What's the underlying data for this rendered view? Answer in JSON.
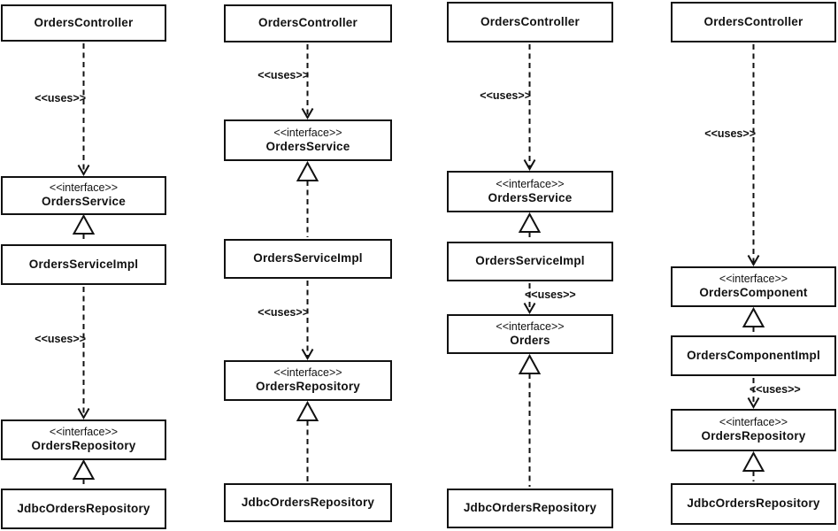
{
  "diagram": {
    "type": "uml-class-diagram",
    "stereotype_interface": "<<interface>>",
    "columns": [
      {
        "boxes": [
          {
            "name": "OrdersController"
          },
          {
            "stereotype": "<<interface>>",
            "name": "OrdersService"
          },
          {
            "name": "OrdersServiceImpl"
          },
          {
            "stereotype": "<<interface>>",
            "name": "OrdersRepository"
          },
          {
            "name": "JdbcOrdersRepository"
          }
        ],
        "edges": [
          {
            "type": "dependency",
            "label": "<<uses>>",
            "from": "OrdersController",
            "to": "OrdersService"
          },
          {
            "type": "realization",
            "from": "OrdersServiceImpl",
            "to": "OrdersService"
          },
          {
            "type": "dependency",
            "label": "<<uses>>",
            "from": "OrdersServiceImpl",
            "to": "OrdersRepository"
          },
          {
            "type": "realization",
            "from": "JdbcOrdersRepository",
            "to": "OrdersRepository"
          }
        ]
      },
      {
        "boxes": [
          {
            "name": "OrdersController"
          },
          {
            "stereotype": "<<interface>>",
            "name": "OrdersService"
          },
          {
            "name": "OrdersServiceImpl"
          },
          {
            "stereotype": "<<interface>>",
            "name": "OrdersRepository"
          },
          {
            "name": "JdbcOrdersRepository"
          }
        ],
        "edges": [
          {
            "type": "dependency",
            "label": "<<uses>>",
            "from": "OrdersController",
            "to": "OrdersService"
          },
          {
            "type": "realization",
            "from": "OrdersServiceImpl",
            "to": "OrdersService"
          },
          {
            "type": "dependency",
            "label": "<<uses>>",
            "from": "OrdersServiceImpl",
            "to": "OrdersRepository"
          },
          {
            "type": "realization",
            "from": "JdbcOrdersRepository",
            "to": "OrdersRepository"
          }
        ]
      },
      {
        "boxes": [
          {
            "name": "OrdersController"
          },
          {
            "stereotype": "<<interface>>",
            "name": "OrdersService"
          },
          {
            "name": "OrdersServiceImpl"
          },
          {
            "stereotype": "<<interface>>",
            "name": "Orders"
          },
          {
            "name": "JdbcOrdersRepository"
          }
        ],
        "edges": [
          {
            "type": "dependency",
            "label": "<<uses>>",
            "from": "OrdersController",
            "to": "OrdersService"
          },
          {
            "type": "realization",
            "from": "OrdersServiceImpl",
            "to": "OrdersService"
          },
          {
            "type": "dependency",
            "label": "<<uses>>",
            "from": "OrdersServiceImpl",
            "to": "Orders"
          },
          {
            "type": "realization",
            "from": "JdbcOrdersRepository",
            "to": "Orders"
          }
        ]
      },
      {
        "boxes": [
          {
            "name": "OrdersController"
          },
          {
            "stereotype": "<<interface>>",
            "name": "OrdersComponent"
          },
          {
            "name": "OrdersComponentImpl"
          },
          {
            "stereotype": "<<interface>>",
            "name": "OrdersRepository"
          },
          {
            "name": "JdbcOrdersRepository"
          }
        ],
        "edges": [
          {
            "type": "dependency",
            "label": "<<uses>>",
            "from": "OrdersController",
            "to": "OrdersComponent"
          },
          {
            "type": "realization",
            "from": "OrdersComponentImpl",
            "to": "OrdersComponent"
          },
          {
            "type": "dependency",
            "label": "<<uses>>",
            "from": "OrdersComponentImpl",
            "to": "OrdersRepository"
          },
          {
            "type": "realization",
            "from": "JdbcOrdersRepository",
            "to": "OrdersRepository"
          }
        ]
      }
    ],
    "colors": {
      "ink": "#111111",
      "background": "#ffffff"
    }
  }
}
